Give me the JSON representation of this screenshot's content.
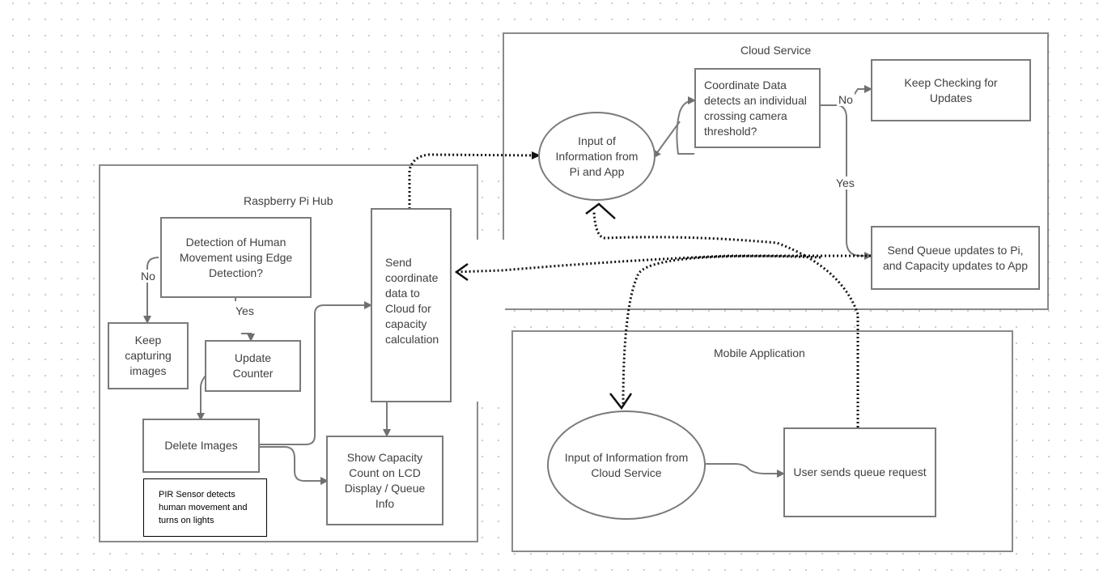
{
  "groups": {
    "pi": "Raspberry Pi Hub",
    "cloud": "Cloud Service",
    "mobile": "Mobile Application"
  },
  "nodes": {
    "detection": "Detection of Human Movement using Edge Detection?",
    "keep_capturing": "Keep capturing images",
    "update_counter": "Update Counter",
    "delete_images": "Delete Images",
    "send_coordinate": "Send coordinate data to Cloud for capacity calculation",
    "show_capacity": "Show Capacity Count on LCD Display / Queue Info",
    "pir_note": "PIR Sensor detects human movement and turns on lights",
    "cloud_input": "Input of Information from Pi and App",
    "coordinate_decision": "Coordinate Data detects an individual crossing camera threshold?",
    "keep_checking": "Keep Checking for Updates",
    "send_queue_updates": "Send Queue updates to Pi, and Capacity updates to App",
    "mobile_input": "Input of Information from Cloud Service",
    "queue_request": "User sends queue request"
  },
  "labels": {
    "pi_no": "No",
    "pi_yes": "Yes",
    "cloud_no": "No",
    "cloud_yes": "Yes"
  }
}
